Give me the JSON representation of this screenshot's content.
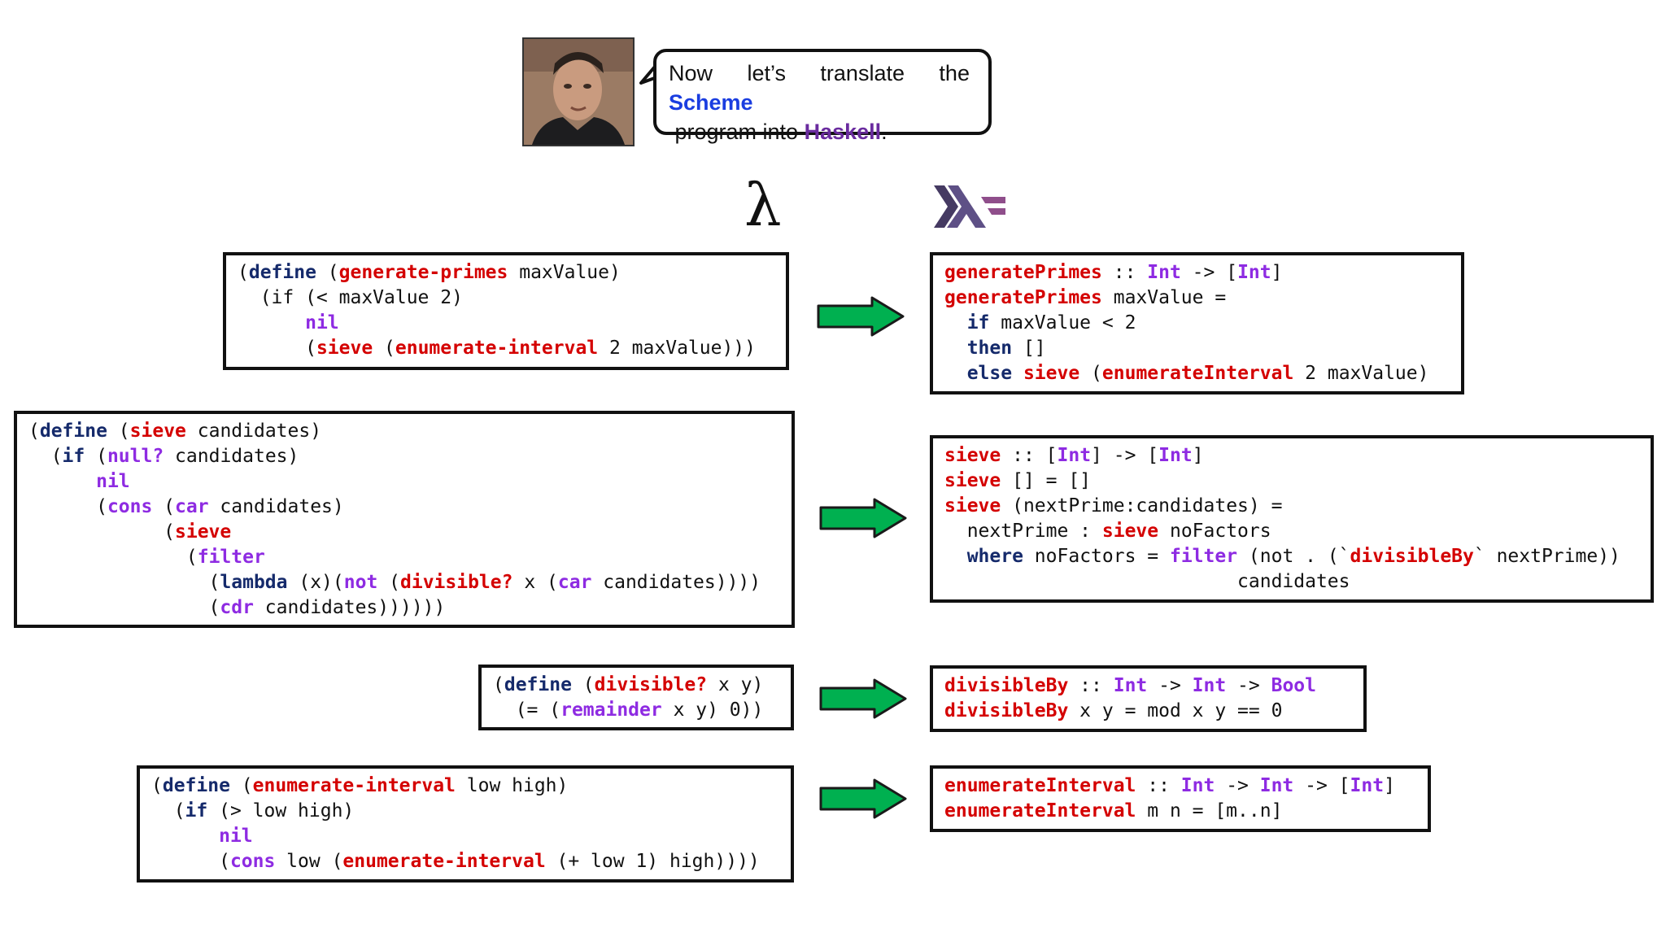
{
  "bubble": {
    "line1_words": [
      "Now",
      "let’s",
      "translate",
      "the"
    ],
    "scheme": "Scheme",
    "middle": " program into ",
    "haskell": "Haskell",
    "end": "."
  },
  "headers": {
    "lambda": "λ"
  },
  "scheme": {
    "generate_primes": [
      [
        [
          "(",
          ""
        ],
        [
          "define",
          "n"
        ],
        [
          " (",
          ""
        ],
        [
          "generate-primes",
          "r"
        ],
        [
          " maxValue)",
          ""
        ]
      ],
      [
        [
          "  (if (< maxValue 2)",
          ""
        ]
      ],
      [
        [
          "      ",
          ""
        ],
        [
          "nil",
          "p"
        ]
      ],
      [
        [
          "      (",
          ""
        ],
        [
          "sieve",
          "r"
        ],
        [
          " (",
          ""
        ],
        [
          "enumerate-interval",
          "r"
        ],
        [
          " 2 maxValue)))",
          ""
        ]
      ]
    ],
    "sieve": [
      [
        [
          "(",
          ""
        ],
        [
          "define",
          "n"
        ],
        [
          " (",
          ""
        ],
        [
          "sieve",
          "r"
        ],
        [
          " candidates)",
          ""
        ]
      ],
      [
        [
          "  (",
          ""
        ],
        [
          "if",
          "n"
        ],
        [
          " (",
          ""
        ],
        [
          "null?",
          "p"
        ],
        [
          " candidates)",
          ""
        ]
      ],
      [
        [
          "      ",
          ""
        ],
        [
          "nil",
          "p"
        ]
      ],
      [
        [
          "      (",
          ""
        ],
        [
          "cons",
          "p"
        ],
        [
          " (",
          ""
        ],
        [
          "car",
          "p"
        ],
        [
          " candidates)",
          ""
        ]
      ],
      [
        [
          "            (",
          ""
        ],
        [
          "sieve",
          "r"
        ]
      ],
      [
        [
          "              (",
          ""
        ],
        [
          "filter",
          "p"
        ]
      ],
      [
        [
          "                (",
          ""
        ],
        [
          "lambda",
          "n"
        ],
        [
          " (x)(",
          ""
        ],
        [
          "not",
          "p"
        ],
        [
          " (",
          ""
        ],
        [
          "divisible?",
          "r"
        ],
        [
          " x (",
          ""
        ],
        [
          "car",
          "p"
        ],
        [
          " candidates))))",
          ""
        ]
      ],
      [
        [
          "                (",
          ""
        ],
        [
          "cdr",
          "p"
        ],
        [
          " candidates))))))",
          ""
        ]
      ]
    ],
    "divisible": [
      [
        [
          "(",
          ""
        ],
        [
          "define",
          "n"
        ],
        [
          " (",
          ""
        ],
        [
          "divisible?",
          "r"
        ],
        [
          " x y)",
          ""
        ]
      ],
      [
        [
          "  (= (",
          ""
        ],
        [
          "remainder",
          "p"
        ],
        [
          " x y) 0))",
          ""
        ]
      ]
    ],
    "enumerate_interval": [
      [
        [
          "(",
          ""
        ],
        [
          "define",
          "n"
        ],
        [
          " (",
          ""
        ],
        [
          "enumerate-interval",
          "r"
        ],
        [
          " low high)",
          ""
        ]
      ],
      [
        [
          "  (",
          ""
        ],
        [
          "if",
          "n"
        ],
        [
          " (> low high)",
          ""
        ]
      ],
      [
        [
          "      ",
          ""
        ],
        [
          "nil",
          "p"
        ]
      ],
      [
        [
          "      (",
          ""
        ],
        [
          "cons",
          "p"
        ],
        [
          " low (",
          ""
        ],
        [
          "enumerate-interval",
          "r"
        ],
        [
          " (+ low 1) high))))",
          ""
        ]
      ]
    ]
  },
  "haskell": {
    "generate_primes": [
      [
        [
          "generatePrimes",
          "r"
        ],
        [
          " :: ",
          ""
        ],
        [
          "Int",
          "p"
        ],
        [
          " -> [",
          ""
        ],
        [
          "Int",
          "p"
        ],
        [
          "]",
          ""
        ]
      ],
      [
        [
          "generatePrimes",
          "r"
        ],
        [
          " maxValue =",
          ""
        ]
      ],
      [
        [
          "  ",
          ""
        ],
        [
          "if",
          "n"
        ],
        [
          " maxValue < 2",
          ""
        ]
      ],
      [
        [
          "  ",
          ""
        ],
        [
          "then",
          "n"
        ],
        [
          " []",
          ""
        ]
      ],
      [
        [
          "  ",
          ""
        ],
        [
          "else",
          "n"
        ],
        [
          " ",
          ""
        ],
        [
          "sieve",
          "r"
        ],
        [
          " (",
          ""
        ],
        [
          "enumerateInterval",
          "r"
        ],
        [
          " 2 maxValue)",
          ""
        ]
      ]
    ],
    "sieve": [
      [
        [
          "sieve",
          "r"
        ],
        [
          " :: [",
          ""
        ],
        [
          "Int",
          "p"
        ],
        [
          "] -> [",
          ""
        ],
        [
          "Int",
          "p"
        ],
        [
          "]",
          ""
        ]
      ],
      [
        [
          "sieve",
          "r"
        ],
        [
          " [] = []",
          ""
        ]
      ],
      [
        [
          "sieve",
          "r"
        ],
        [
          " (nextPrime:candidates) =",
          ""
        ]
      ],
      [
        [
          "  nextPrime : ",
          ""
        ],
        [
          "sieve",
          "r"
        ],
        [
          " noFactors",
          ""
        ]
      ],
      [
        [
          "  ",
          ""
        ],
        [
          "where",
          "n"
        ],
        [
          " noFactors = ",
          ""
        ],
        [
          "filter",
          "p"
        ],
        [
          " (not . (`",
          ""
        ],
        [
          "divisibleBy",
          "r"
        ],
        [
          "` nextPrime))",
          ""
        ]
      ],
      [
        [
          "                          candidates",
          ""
        ]
      ]
    ],
    "divisible": [
      [
        [
          "divisibleBy",
          "r"
        ],
        [
          " :: ",
          ""
        ],
        [
          "Int",
          "p"
        ],
        [
          " -> ",
          ""
        ],
        [
          "Int",
          "p"
        ],
        [
          " -> ",
          ""
        ],
        [
          "Bool",
          "p"
        ]
      ],
      [
        [
          "divisibleBy",
          "r"
        ],
        [
          " x y = mod x y == 0",
          ""
        ]
      ]
    ],
    "enumerate_interval": [
      [
        [
          "enumerateInterval",
          "r"
        ],
        [
          " :: ",
          ""
        ],
        [
          "Int",
          "p"
        ],
        [
          " -> ",
          ""
        ],
        [
          "Int",
          "p"
        ],
        [
          " -> [",
          ""
        ],
        [
          "Int",
          "p"
        ],
        [
          "]",
          ""
        ]
      ],
      [
        [
          "enumerateInterval",
          "r"
        ],
        [
          " m n = [m..n]",
          ""
        ]
      ]
    ]
  },
  "colors": {
    "function_red": "#d40000",
    "builtin_purple": "#8e2be2",
    "keyword_navy": "#152a6b",
    "arrow_green": "#00b050",
    "scheme_blue": "#1a3de0",
    "haskell_purple": "#6a2b9f"
  },
  "icons": {
    "speaker": "presenter-photo",
    "scheme_header": "lambda-symbol",
    "haskell_header": "haskell-logo",
    "arrow": "right-arrow-icon"
  }
}
